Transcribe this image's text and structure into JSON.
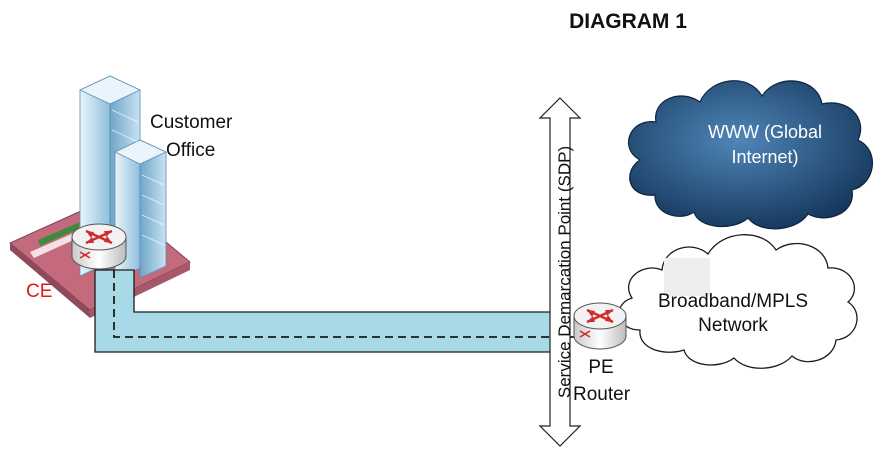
{
  "diagram": {
    "title": "DIAGRAM 1",
    "customer_office_line1": "Customer",
    "customer_office_line2": "Office",
    "ce_label": "CE",
    "sdp_label": "Service Demarcation Point (SDP)",
    "pe_line1": "PE",
    "pe_line2": "Router",
    "internet_line1": "WWW (Global",
    "internet_line2": "Internet)",
    "network_line1": "Broadband/MPLS",
    "network_line2": "Network",
    "colors": {
      "circuit_fill": "#a8d9e6",
      "internet_cloud": "#1f4e79",
      "ce_label": "#e01a1a",
      "building": "#7fb2d3"
    }
  }
}
